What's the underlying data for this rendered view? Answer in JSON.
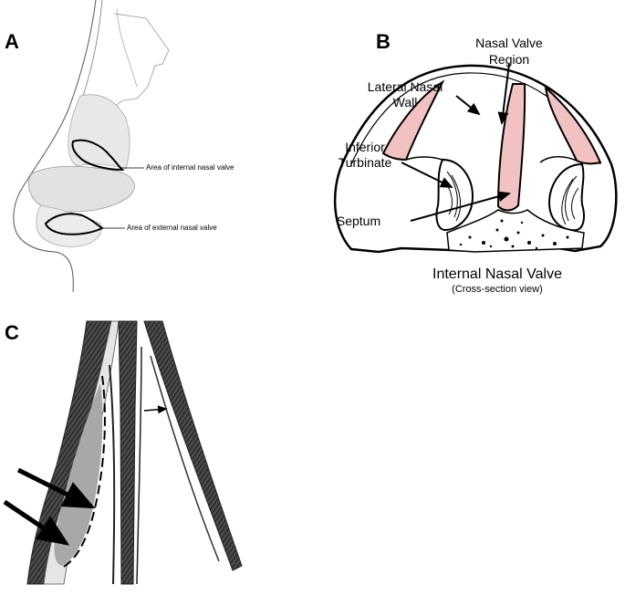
{
  "panels": {
    "a": {
      "letter": "A",
      "labels": {
        "internal_valve": "Area of internal nasal valve",
        "external_valve": "Area of external nasal valve"
      }
    },
    "b": {
      "letter": "B",
      "labels": {
        "nasal_valve_region_1": "Nasal Valve",
        "nasal_valve_region_2": "Region",
        "lateral_wall_1": "Lateral Nasal",
        "lateral_wall_2": "Wall",
        "turbinate_1": "Inferior",
        "turbinate_2": "Turbinate",
        "septum": "Septum",
        "caption_title": "Internal Nasal Valve",
        "caption_sub": "(Cross-section view)"
      }
    },
    "c": {
      "letter": "C"
    }
  },
  "colors": {
    "valve_fill": "#f2c2c2",
    "shade_gray": "#a8a8a8",
    "line": "#000000"
  }
}
